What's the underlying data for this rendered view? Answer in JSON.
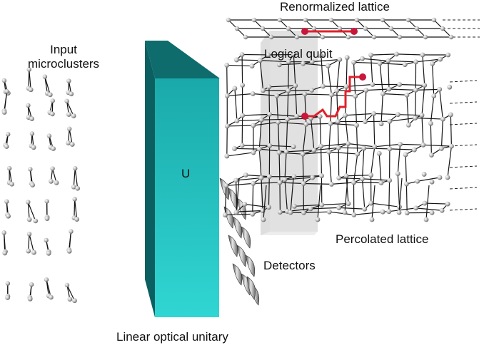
{
  "labels": {
    "input_line1": "Input",
    "input_line2": "microclusters",
    "renormalized": "Renormalized lattice",
    "logical_qubit": "Logical qubit",
    "percolated": "Percolated lattice",
    "detectors": "Detectors",
    "unitary": "Linear optical unitary",
    "unitary_symbol": "U"
  },
  "colors": {
    "unitary_front": "#27c6c6",
    "unitary_side": "#0f7f80",
    "unitary_top": "#106e6f",
    "path": "#e0202a",
    "node_dot": "#cc1a35",
    "lattice_edge": "#111111",
    "node": "#b8b8b8"
  }
}
